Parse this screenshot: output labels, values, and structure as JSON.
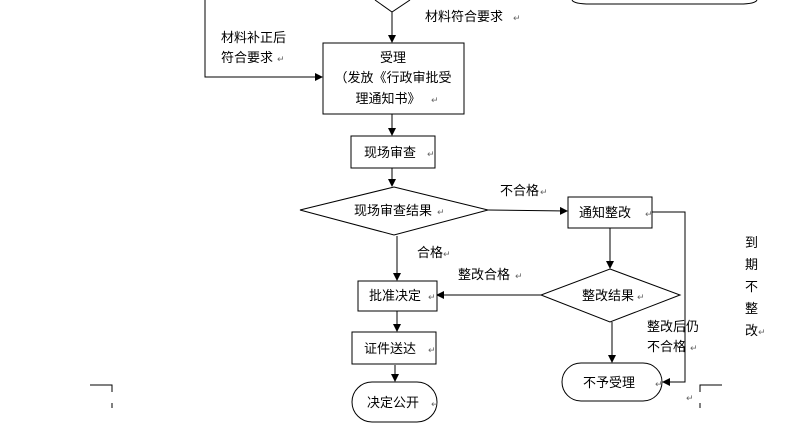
{
  "nodes": {
    "accept": {
      "lines": [
        "受理",
        "（发放《行政审批受",
        "理通知书》"
      ]
    },
    "site_review": "现场审查",
    "site_result": "现场审查结果",
    "notify_fix": "通知整改",
    "fix_result": "整改结果",
    "approve": "批准决定",
    "deliver": "证件送达",
    "publish": "决定公开",
    "reject": "不予受理"
  },
  "edge_labels": {
    "meets_requirements": "材料符合要求",
    "corrected": [
      "材料补正后",
      "符合要求"
    ],
    "qualified": "合格",
    "unqualified": "不合格",
    "fix_qualified": "整改合格",
    "still_unqualified": [
      "整改后仍",
      "不合格"
    ],
    "overdue": [
      "到",
      "期",
      "不",
      "整",
      "改"
    ]
  },
  "return_mark": "↵"
}
